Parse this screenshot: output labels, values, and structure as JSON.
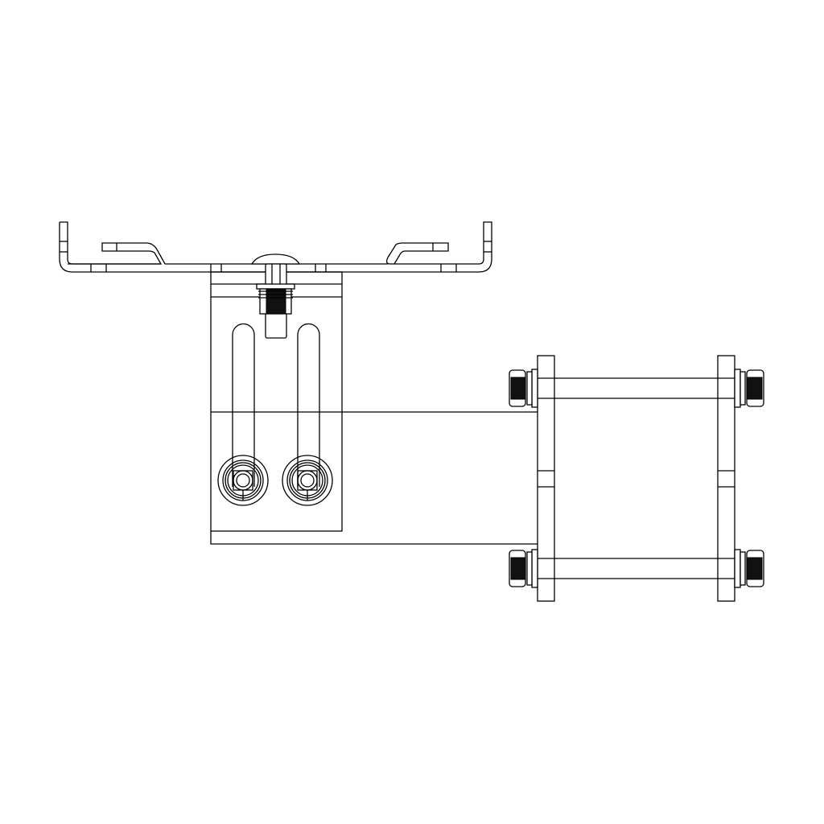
{
  "drawing": {
    "view": "front",
    "line_color": "#000000",
    "background": "#ffffff",
    "parts": [
      "mounting-bracket",
      "center-plate",
      "slotted-holes",
      "hex-nuts",
      "clamp-plates",
      "tie-rods"
    ]
  }
}
